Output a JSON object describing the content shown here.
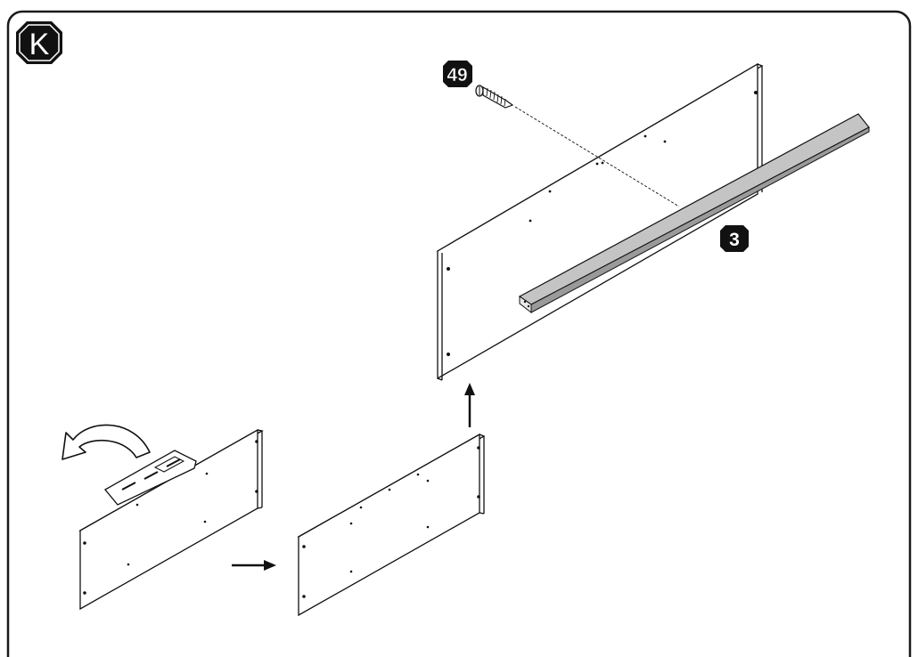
{
  "step": {
    "letter": "K"
  },
  "callouts": {
    "screw_part": "49",
    "shelf_part": "3"
  },
  "colors": {
    "line": "#111111",
    "panel_fill": "#ffffff",
    "shelf_fill": "#c4c4c4",
    "badge_fill": "#111111",
    "badge_text": "#ffffff",
    "frame": "#1a1a1a"
  },
  "icons": [
    "rotate-arrow-icon",
    "right-arrow-icon",
    "up-arrow-icon",
    "screw-icon"
  ]
}
